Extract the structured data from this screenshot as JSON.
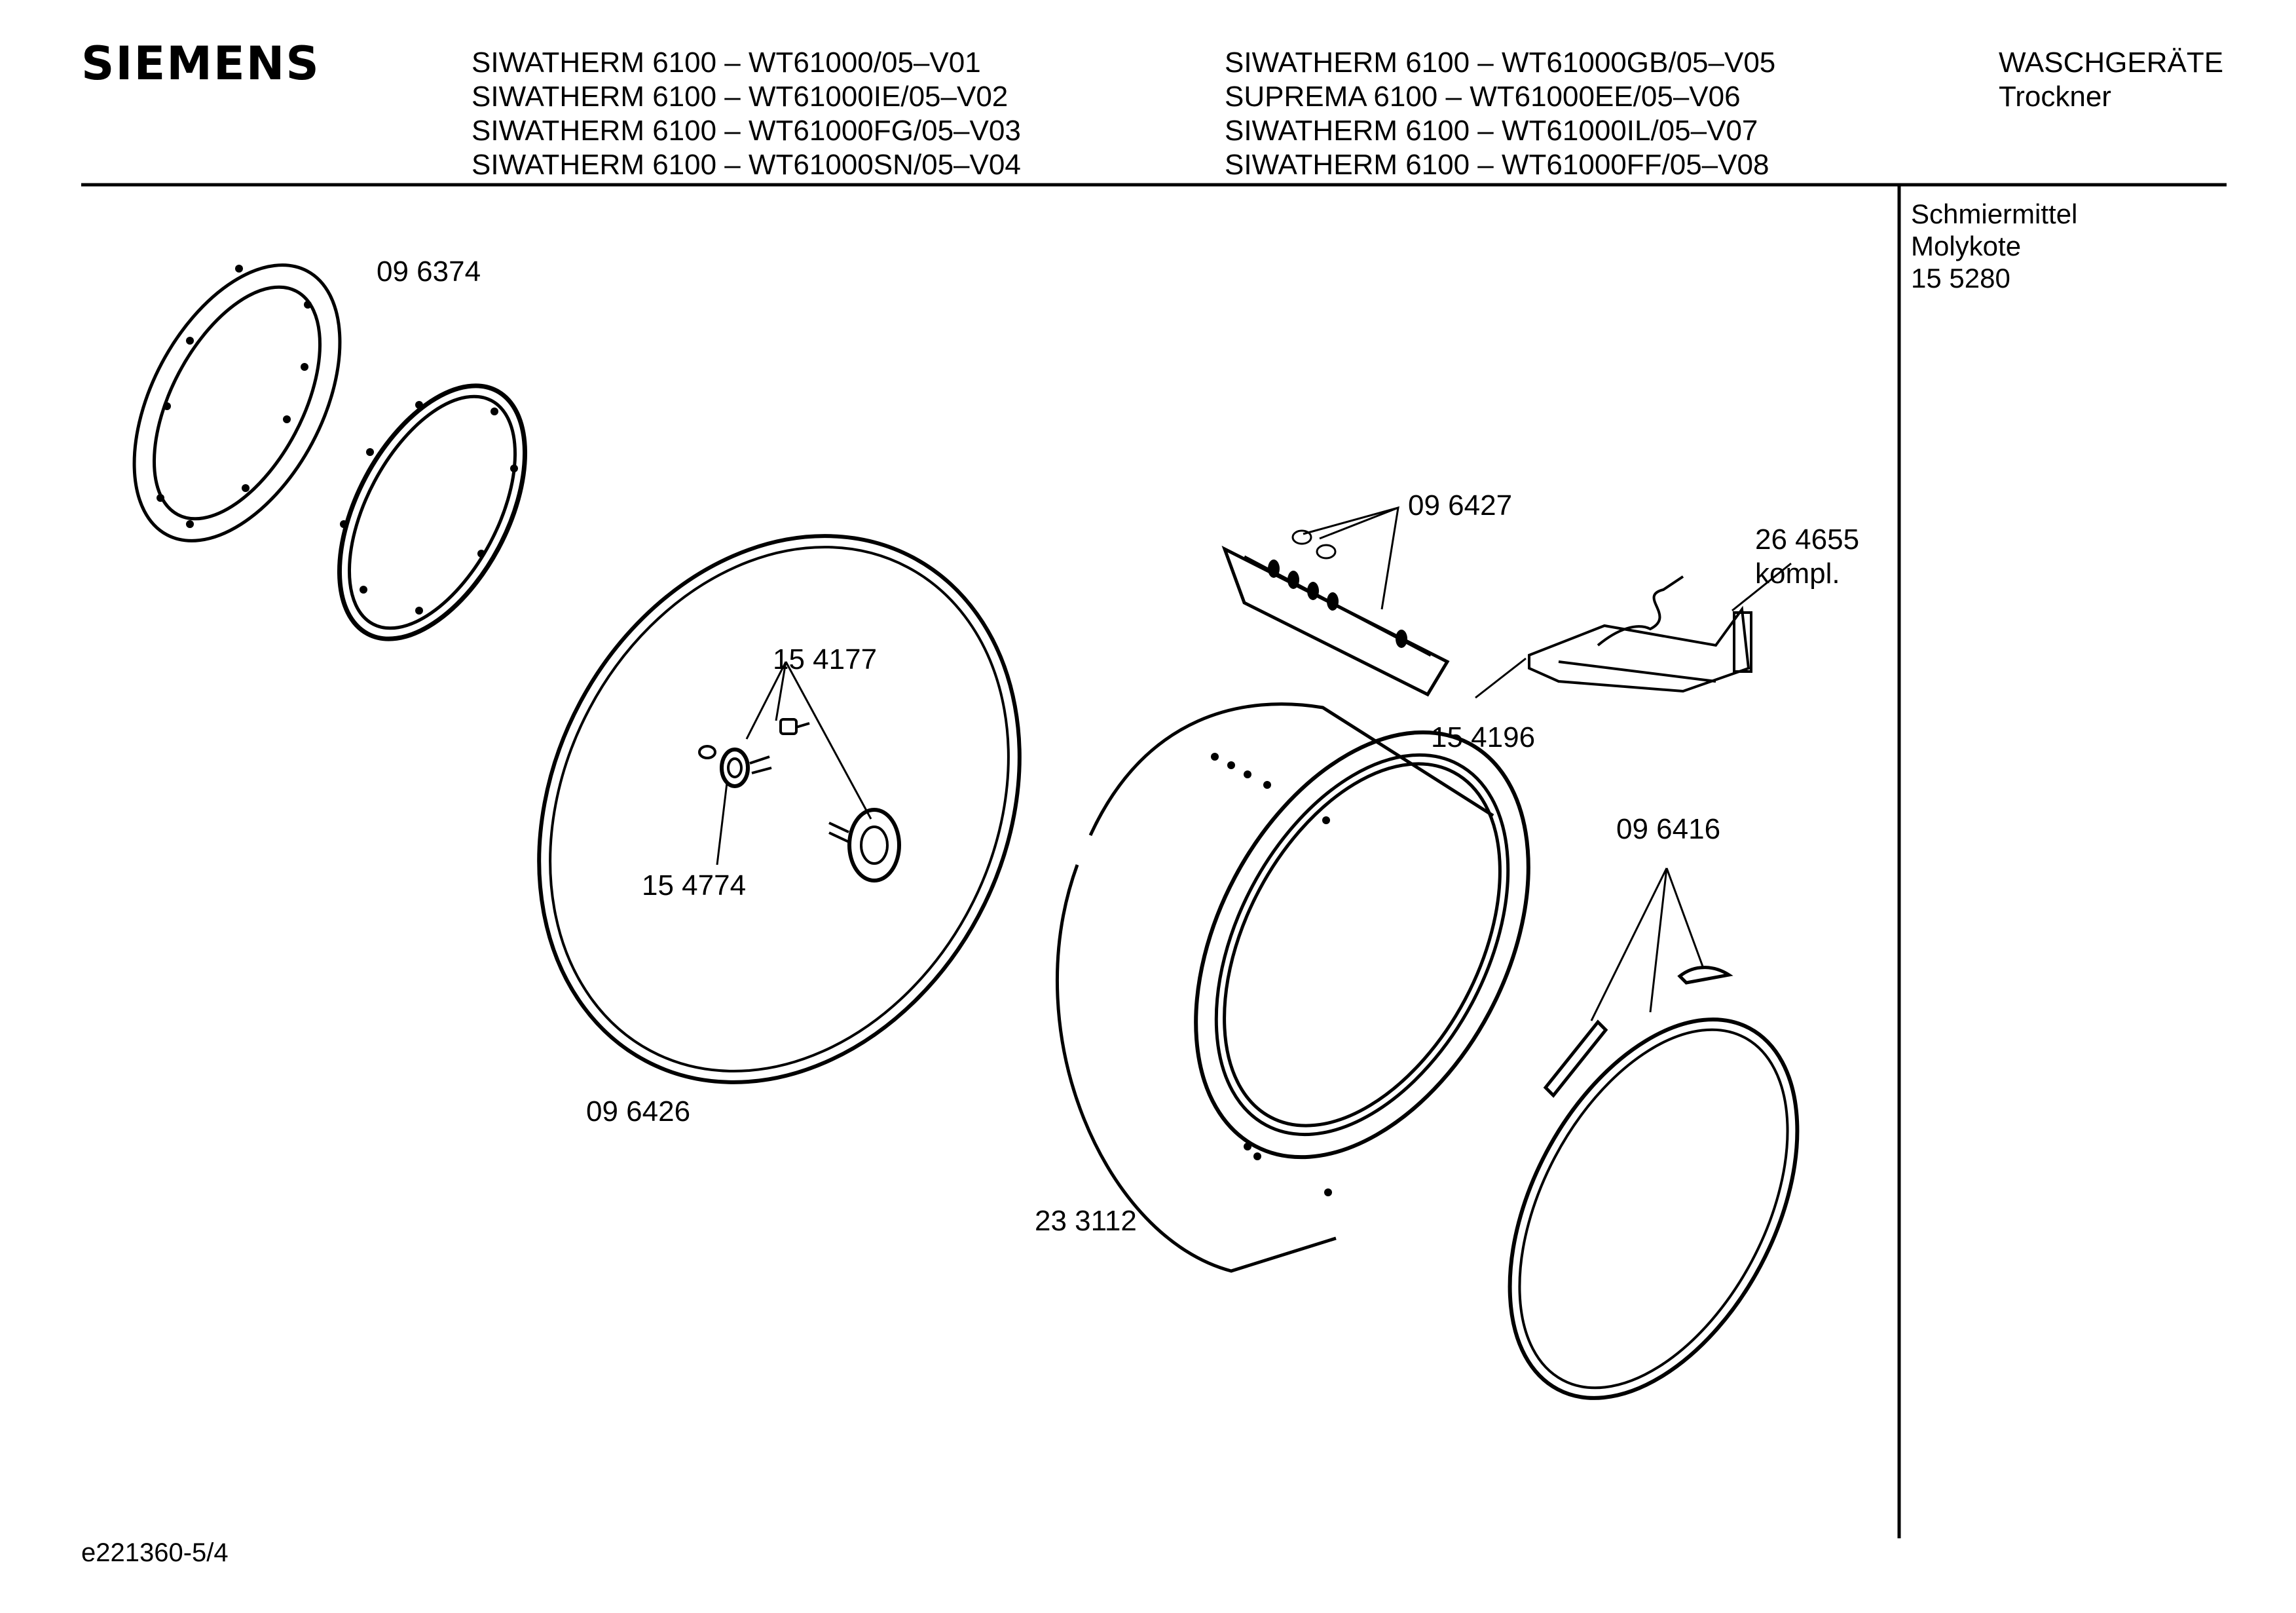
{
  "header": {
    "brand": "SIEMENS",
    "models_left": [
      "SIWATHERM 6100 – WT61000/05–V01",
      "SIWATHERM 6100 – WT61000IE/05–V02",
      "SIWATHERM 6100 – WT61000FG/05–V03",
      "SIWATHERM 6100 – WT61000SN/05–V04"
    ],
    "models_right": [
      "SIWATHERM 6100 – WT61000GB/05–V05",
      "SUPREMA 6100 – WT61000EE/05–V06",
      "SIWATHERM 6100 – WT61000IL/05–V07",
      "SIWATHERM 6100 – WT61000FF/05–V08"
    ],
    "category": "WASCHGERÄTE",
    "subcategory": "Trockner"
  },
  "sidebar": {
    "lubricant_label": "Schmiermittel",
    "lubricant_name": "Molykote",
    "lubricant_part": "15 5280"
  },
  "parts": {
    "front_seal_rings": "09 6374",
    "sensor_holder": "09 6427",
    "cable_harness": "26 4655",
    "cable_harness_note": "kompl.",
    "harness_part": "15 4196",
    "bearing_kit": "15 4177",
    "bearing_nut": "15 4774",
    "rear_drum_seal": "09 6426",
    "drum": "23 3112",
    "lifter_set": "09 6416"
  },
  "footer": {
    "drawing_id": "e221360-5/4"
  }
}
